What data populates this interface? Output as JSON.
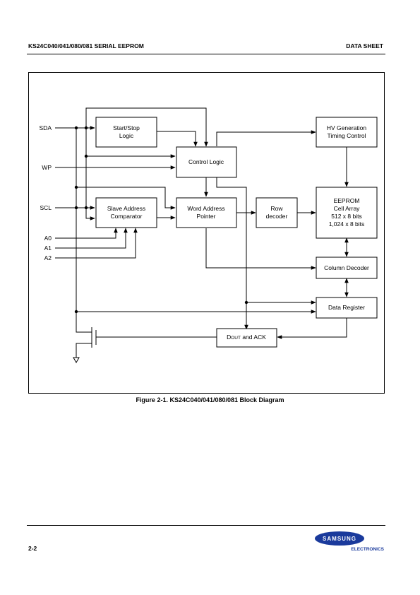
{
  "header": {
    "left": "KS24C040/041/080/081 SERIAL EEPROM",
    "right": "DATA SHEET"
  },
  "diagram": {
    "signals": {
      "sda": "SDA",
      "wp": "WP",
      "scl": "SCL",
      "a0": "A0",
      "a1": "A1",
      "a2": "A2"
    },
    "blocks": {
      "start_stop": [
        "Start/Stop",
        "Logic"
      ],
      "control_logic": [
        "Control Logic"
      ],
      "slave_address": [
        "Slave Address",
        "Comparator"
      ],
      "word_address": [
        "Word Address",
        "Pointer"
      ],
      "row_decoder": [
        "Row",
        "decoder"
      ],
      "hv_generation": [
        "HV Generation",
        "Timing Control"
      ],
      "eeprom": [
        "EEPROM",
        "Cell Array",
        "512 x 8 bits",
        "1,024 x 8 bits"
      ],
      "column_decoder": [
        "Column Decoder"
      ],
      "data_register": [
        "Data Register"
      ],
      "dout_ack": {
        "main": "D",
        "small": "OUT",
        "rest": " and ACK"
      }
    }
  },
  "caption": "Figure 2-1. KS24C040/041/080/081 Block Diagram",
  "footer": {
    "page": "2-2",
    "logo_brand": "SAMSUNG",
    "logo_sub": "ELECTRONICS"
  },
  "colors": {
    "logo_blue": "#1a3a9c",
    "ink": "#000000"
  }
}
